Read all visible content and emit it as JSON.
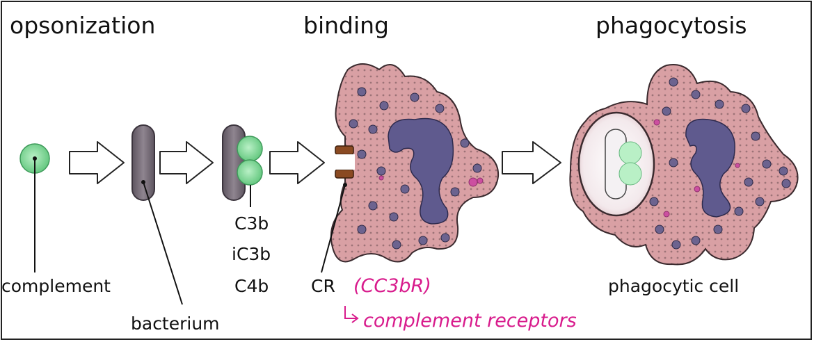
{
  "steps": {
    "opsonization": "opsonization",
    "binding": "binding",
    "phagocytosis": "phagocytosis"
  },
  "labels": {
    "complement": "complement",
    "bacterium": "bacterium",
    "c3b": "C3b",
    "ic3b": "iC3b",
    "c4b": "C4b",
    "cr": "CR",
    "phagocytic_cell": "phagocytic cell"
  },
  "annotations": {
    "cr_abbrev": "(CC3bR)",
    "cr_full": "complement receptors"
  },
  "colors": {
    "cell": "#d9a0a4",
    "nucleus": "#5f5a8e",
    "granule": "#6c638f",
    "complement": "#86d99e",
    "bacterium": "#807481",
    "receptor": "#8a4a22",
    "handwriting": "#d81b8c"
  }
}
